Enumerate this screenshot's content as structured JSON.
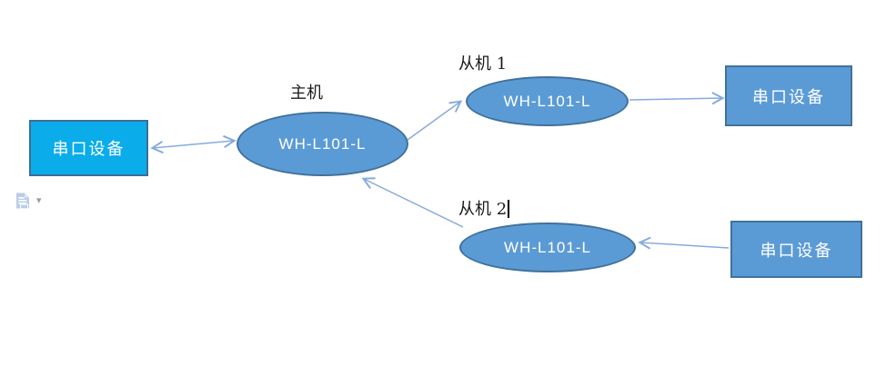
{
  "diagram": {
    "left_device": {
      "label": "串口设备"
    },
    "master": {
      "caption": "主机",
      "label": "WH-L101-L"
    },
    "slave1": {
      "caption": "从机 1",
      "label": "WH-L101-L"
    },
    "slave2": {
      "caption": "从机 2",
      "label": "WH-L101-L"
    },
    "right_device_top": {
      "label": "串口设备"
    },
    "right_device_bottom": {
      "label": "串口设备"
    }
  },
  "colors": {
    "node_fill": "#5b9bd5",
    "node_border": "#41719c",
    "left_device_fill": "#0aade9",
    "left_device_border": "#3c6d99",
    "connector": "#86abdd",
    "caption_text": "#1a1a1a",
    "node_text": "#ffffff"
  },
  "icons": {
    "paste_options": "paste-options-icon",
    "dropdown_arrow": "▾"
  }
}
